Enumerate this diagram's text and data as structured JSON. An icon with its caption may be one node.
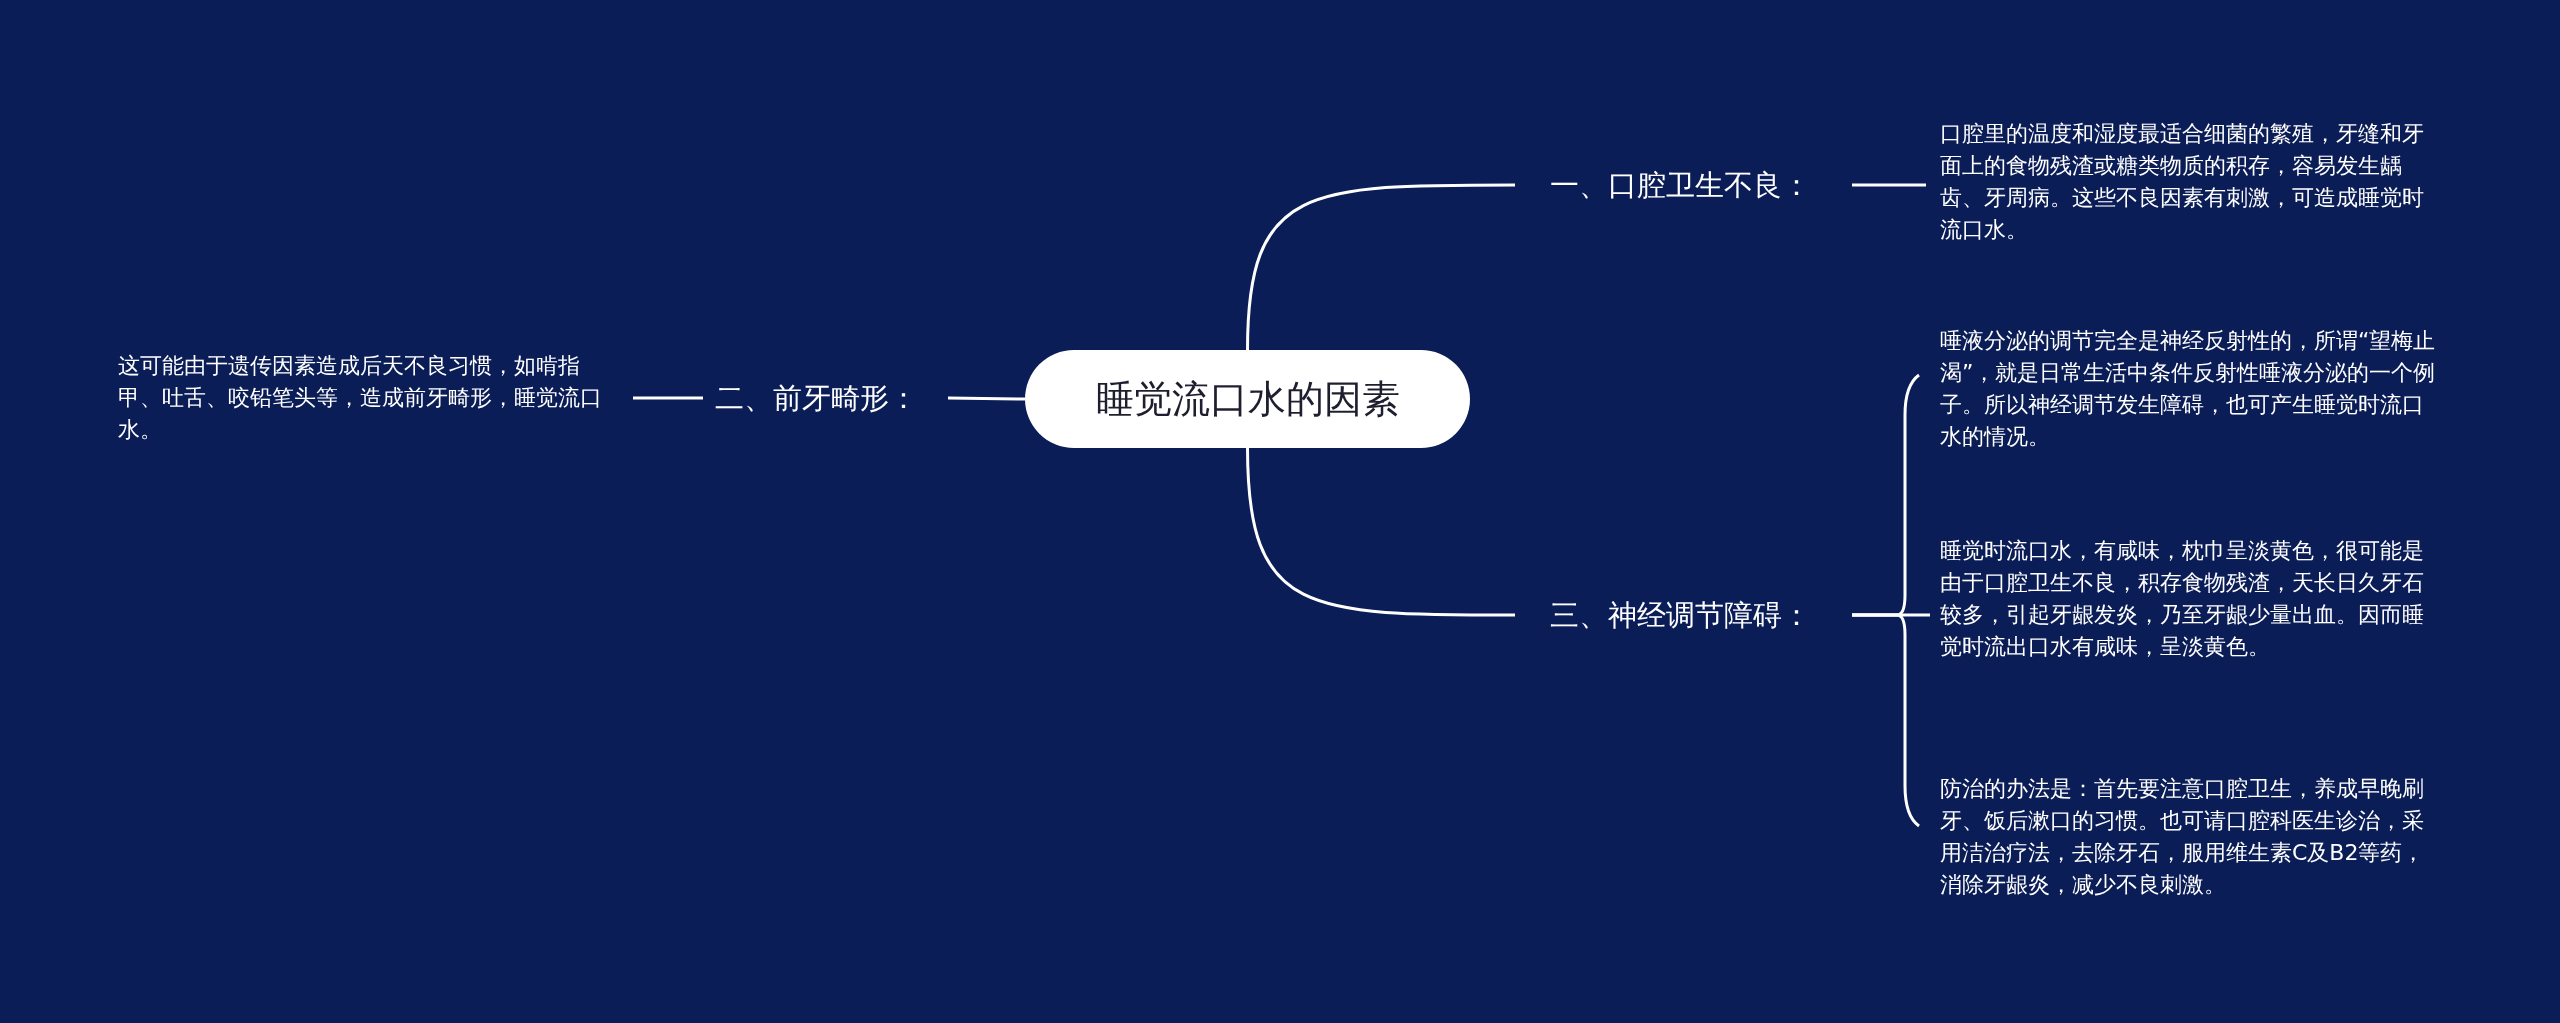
{
  "diagram": {
    "nodes": [
      {
        "text": [
          "睡觉流口水的因素"
        ]
      },
      {
        "text": [
          "一、口腔卫生不良："
        ]
      },
      {
        "text": [
          "口腔里的温度和湿度最适合细菌的繁殖，牙缝和牙面上的食物残渣或糖类物质的积存，容易发生龋齿、牙周病。这些不良因素有刺激，可造成睡觉时流口水。"
        ]
      },
      {
        "text": [
          "二、前牙畸形："
        ]
      },
      {
        "text": [
          "这可能由于遗传因素造成后天不良习惯，如啃指甲、吐舌、咬铅笔头等，造成前牙畸形，睡觉流口水。"
        ]
      },
      {
        "text": [
          "三、神经调节障碍："
        ]
      },
      {
        "text": [
          "唾液分泌的调节完全是神经反射性的，所谓“望梅止渴”，就是日常生活中条件反射性唾液分泌的一个例子。所以神经调节发生障碍，也可产生睡觉时流口水的情况。"
        ]
      },
      {
        "text": [
          "睡觉时流口水，有咸味，枕巾呈淡黄色，很可能是由于口腔卫生不良，积存食物残渣，天长日久牙石较多，引起牙龈发炎，乃至牙龈少量出血。因而睡觉时流出口水有咸味，呈淡黄色。"
        ]
      },
      {
        "text": [
          "防治的办法是：首先要注意口腔卫生，养成早晚刷牙、饭后漱口的习惯。也可请口腔科医生诊治，采用洁治疗法，去除牙石，服用维生素C及B2等药，消除牙龈炎，减少不良刺激。"
        ]
      }
    ],
    "edges": [
      {
        "from": 0,
        "to": 1,
        "arrow": "none"
      },
      {
        "from": 1,
        "to": 2,
        "arrow": "none"
      },
      {
        "from": 0,
        "to": 3,
        "arrow": "none"
      },
      {
        "from": 3,
        "to": 4,
        "arrow": "none"
      },
      {
        "from": 0,
        "to": 5,
        "arrow": "none"
      },
      {
        "from": 5,
        "to": 6,
        "arrow": "none"
      },
      {
        "from": 5,
        "to": 7,
        "arrow": "none"
      },
      {
        "from": 5,
        "to": 8,
        "arrow": "none"
      }
    ]
  }
}
